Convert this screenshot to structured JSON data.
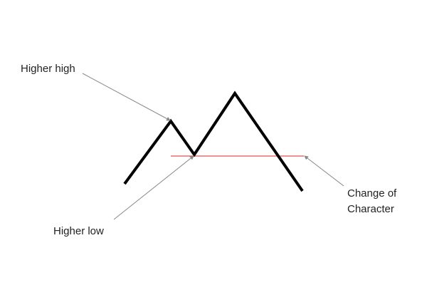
{
  "labels": {
    "higher_high": "Higher high",
    "higher_low": "Higher low",
    "choch_line1": "Change of",
    "choch_line2": "Character"
  },
  "colors": {
    "price": "#000000",
    "level": "#e05555",
    "arrow": "#888888"
  }
}
